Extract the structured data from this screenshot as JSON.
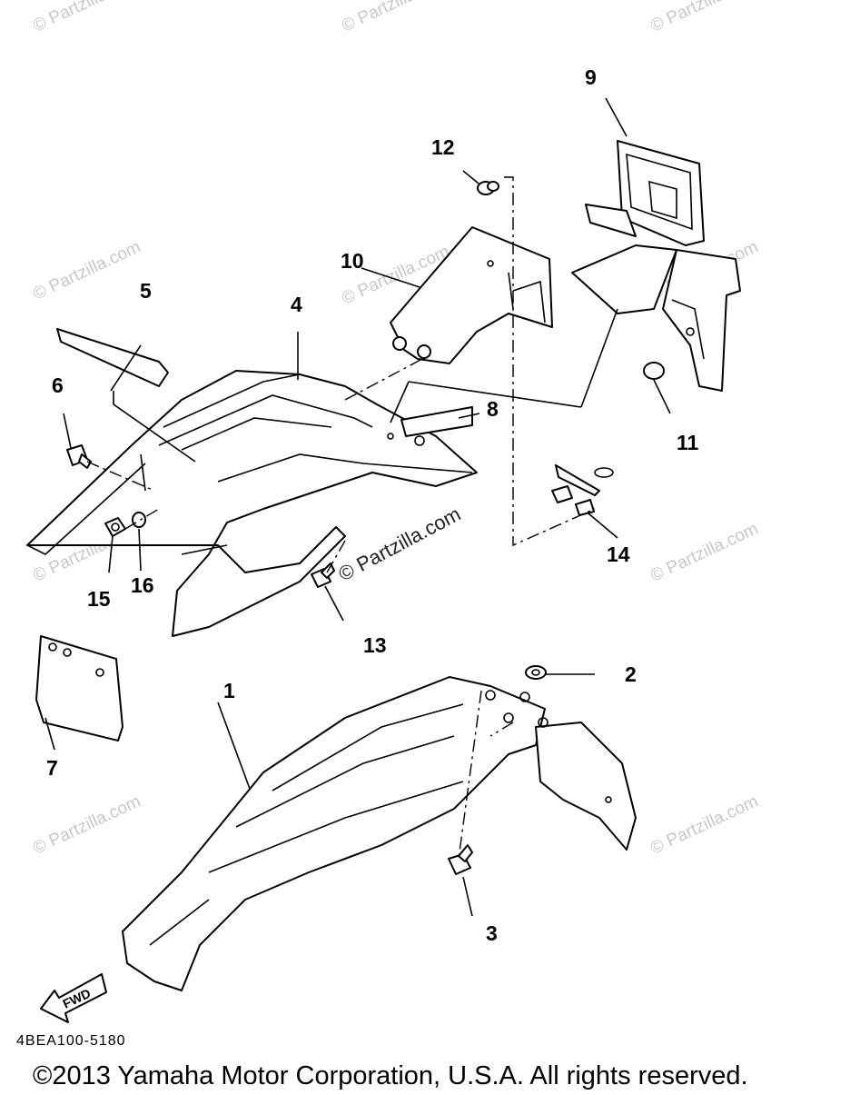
{
  "callouts": {
    "p1": "1",
    "p2": "2",
    "p3": "3",
    "p4": "4",
    "p5": "5",
    "p6": "6",
    "p7": "7",
    "p8": "8",
    "p9": "9",
    "p10": "10",
    "p11": "11",
    "p12": "12",
    "p13": "13",
    "p14": "14",
    "p15": "15",
    "p16": "16"
  },
  "watermark": "© Partzilla.com",
  "fwd_label": "FWD",
  "diagram_code": "4BEA100-5180",
  "copyright": "©2013 Yamaha Motor Corporation, U.S.A. All rights reserved."
}
